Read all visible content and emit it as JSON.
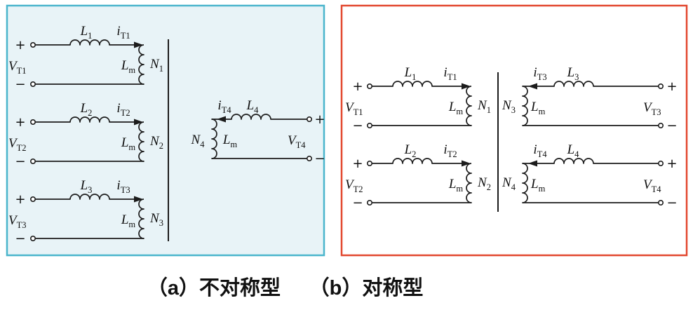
{
  "captions": {
    "a": "（a）不对称型",
    "b": "（b）对称型"
  },
  "colors": {
    "panel_a_bg": "#e8f3f7",
    "panel_a_border": "#4ab5cc",
    "panel_b_bg": "#ffffff",
    "panel_b_border": "#e2472e",
    "line": "#1c1c1c"
  },
  "signs": {
    "plus": "+",
    "minus": "−"
  },
  "panel_a": {
    "left": [
      {
        "V": {
          "m": "V",
          "s": "T1"
        },
        "L": {
          "m": "L",
          "s": "1"
        },
        "i": {
          "m": "i",
          "s": "T1"
        },
        "Lm": {
          "m": "L",
          "s": "m"
        },
        "N": {
          "m": "N",
          "s": "1"
        }
      },
      {
        "V": {
          "m": "V",
          "s": "T2"
        },
        "L": {
          "m": "L",
          "s": "2"
        },
        "i": {
          "m": "i",
          "s": "T2"
        },
        "Lm": {
          "m": "L",
          "s": "m"
        },
        "N": {
          "m": "N",
          "s": "2"
        }
      },
      {
        "V": {
          "m": "V",
          "s": "T3"
        },
        "L": {
          "m": "L",
          "s": "3"
        },
        "i": {
          "m": "i",
          "s": "T3"
        },
        "Lm": {
          "m": "L",
          "s": "m"
        },
        "N": {
          "m": "N",
          "s": "3"
        }
      }
    ],
    "right": [
      {
        "V": {
          "m": "V",
          "s": "T4"
        },
        "L": {
          "m": "L",
          "s": "4"
        },
        "i": {
          "m": "i",
          "s": "T4"
        },
        "Lm": {
          "m": "L",
          "s": "m"
        },
        "N": {
          "m": "N",
          "s": "4"
        }
      }
    ]
  },
  "panel_b": {
    "left": [
      {
        "V": {
          "m": "V",
          "s": "T1"
        },
        "L": {
          "m": "L",
          "s": "1"
        },
        "i": {
          "m": "i",
          "s": "T1"
        },
        "Lm": {
          "m": "L",
          "s": "m"
        },
        "N": {
          "m": "N",
          "s": "1"
        }
      },
      {
        "V": {
          "m": "V",
          "s": "T2"
        },
        "L": {
          "m": "L",
          "s": "2"
        },
        "i": {
          "m": "i",
          "s": "T2"
        },
        "Lm": {
          "m": "L",
          "s": "m"
        },
        "N": {
          "m": "N",
          "s": "2"
        }
      }
    ],
    "right": [
      {
        "V": {
          "m": "V",
          "s": "T3"
        },
        "L": {
          "m": "L",
          "s": "3"
        },
        "i": {
          "m": "i",
          "s": "T3"
        },
        "Lm": {
          "m": "L",
          "s": "m"
        },
        "N": {
          "m": "N",
          "s": "3"
        }
      },
      {
        "V": {
          "m": "V",
          "s": "T4"
        },
        "L": {
          "m": "L",
          "s": "4"
        },
        "i": {
          "m": "i",
          "s": "T4"
        },
        "Lm": {
          "m": "L",
          "s": "m"
        },
        "N": {
          "m": "N",
          "s": "4"
        }
      }
    ]
  }
}
